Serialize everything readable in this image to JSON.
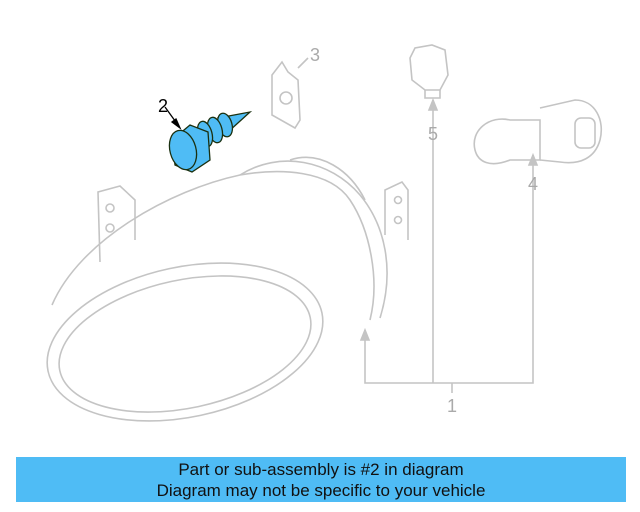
{
  "colors": {
    "highlight": "#4fbcf5",
    "outline": "#c4c4c4",
    "banner": "#4fbcf5"
  },
  "labels": {
    "p1": "1",
    "p2": "2",
    "p3": "3",
    "p4": "4",
    "p5": "5"
  },
  "banner": {
    "line1": "Part or sub-assembly is #2 in diagram",
    "line2": "Diagram may not be specific to your vehicle"
  }
}
